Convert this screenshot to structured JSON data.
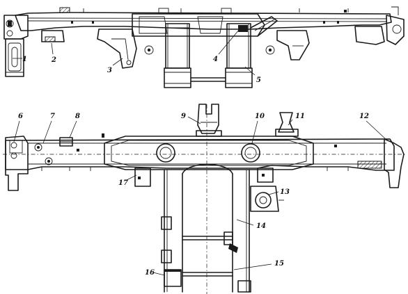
{
  "callouts": [
    {
      "id": "1",
      "text": "1"
    },
    {
      "id": "2",
      "text": "2"
    },
    {
      "id": "3",
      "text": "3"
    },
    {
      "id": "4",
      "text": "4"
    },
    {
      "id": "5",
      "text": "5"
    },
    {
      "id": "6",
      "text": "6"
    },
    {
      "id": "7",
      "text": "7"
    },
    {
      "id": "8",
      "text": "8"
    },
    {
      "id": "9",
      "text": "9"
    },
    {
      "id": "10",
      "text": "10"
    },
    {
      "id": "11",
      "text": "11"
    },
    {
      "id": "12",
      "text": "12"
    },
    {
      "id": "13",
      "text": "13"
    },
    {
      "id": "14",
      "text": "14"
    },
    {
      "id": "15",
      "text": "15"
    },
    {
      "id": "16",
      "text": "16"
    },
    {
      "id": "17",
      "text": "17"
    }
  ],
  "colors": {
    "ink": "#1a1a1a",
    "paper": "#ffffff"
  }
}
